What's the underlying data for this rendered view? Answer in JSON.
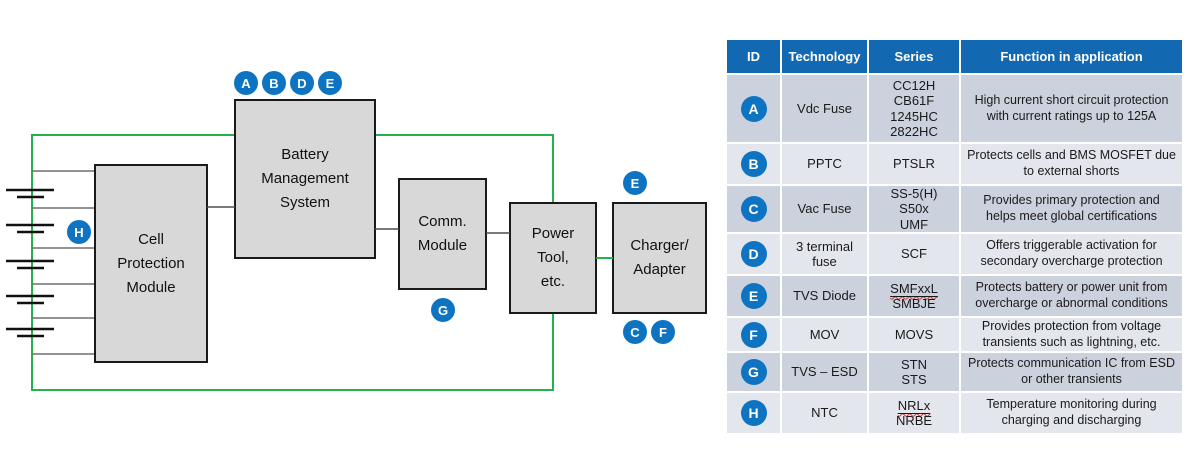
{
  "colors": {
    "header_blue": "#1269b1",
    "badge_blue": "#0e74c2",
    "green": "#23b14d",
    "row_odd": "#ccd1de",
    "row_even": "#e4e6ee",
    "box_gray": "#d8d8d8"
  },
  "diagram": {
    "blocks": {
      "cell_protection_module": "Cell Protection Module",
      "battery_management_system": "Battery Management System",
      "comm_module": "Comm. Module",
      "power_tool": "Power Tool, etc.",
      "charger_adapter": "Charger/ Adapter"
    },
    "badges": {
      "bms_top": [
        "A",
        "B",
        "D",
        "E"
      ],
      "cell_protection": "H",
      "comm_module": "G",
      "charger_top": "E",
      "charger_bottom": [
        "C",
        "F"
      ]
    }
  },
  "table": {
    "headers": [
      "ID",
      "Technology",
      "Series",
      "Function in application"
    ],
    "rows": [
      {
        "id": "A",
        "technology": "Vdc Fuse",
        "series": [
          "CC12H",
          "CB61F",
          "1245HC",
          "2822HC"
        ],
        "function": "High current short circuit protection with current ratings up to 125A"
      },
      {
        "id": "B",
        "technology": "PPTC",
        "series": [
          "PTSLR"
        ],
        "function": "Protects cells and BMS MOSFET due to external shorts"
      },
      {
        "id": "C",
        "technology": "Vac Fuse",
        "series": [
          "SS-5(H)",
          "S50x",
          "UMF"
        ],
        "function": "Provides primary protection and helps meet global certifications"
      },
      {
        "id": "D",
        "technology": "3 terminal fuse",
        "series": [
          "SCF"
        ],
        "function": "Offers triggerable activation for secondary overcharge protection"
      },
      {
        "id": "E",
        "technology": "TVS Diode",
        "series": [
          "SMFxxL",
          "SMBJE"
        ],
        "function": "Protects battery or power unit from overcharge or abnormal conditions"
      },
      {
        "id": "F",
        "technology": "MOV",
        "series": [
          "MOVS"
        ],
        "function": "Provides protection from voltage transients such as lightning, etc."
      },
      {
        "id": "G",
        "technology": "TVS – ESD",
        "series": [
          "STN",
          "STS"
        ],
        "function": "Protects communication IC from ESD or other transients"
      },
      {
        "id": "H",
        "technology": "NTC",
        "series": [
          "NRLx",
          "NRBE"
        ],
        "function": "Temperature monitoring during charging and discharging"
      }
    ]
  }
}
